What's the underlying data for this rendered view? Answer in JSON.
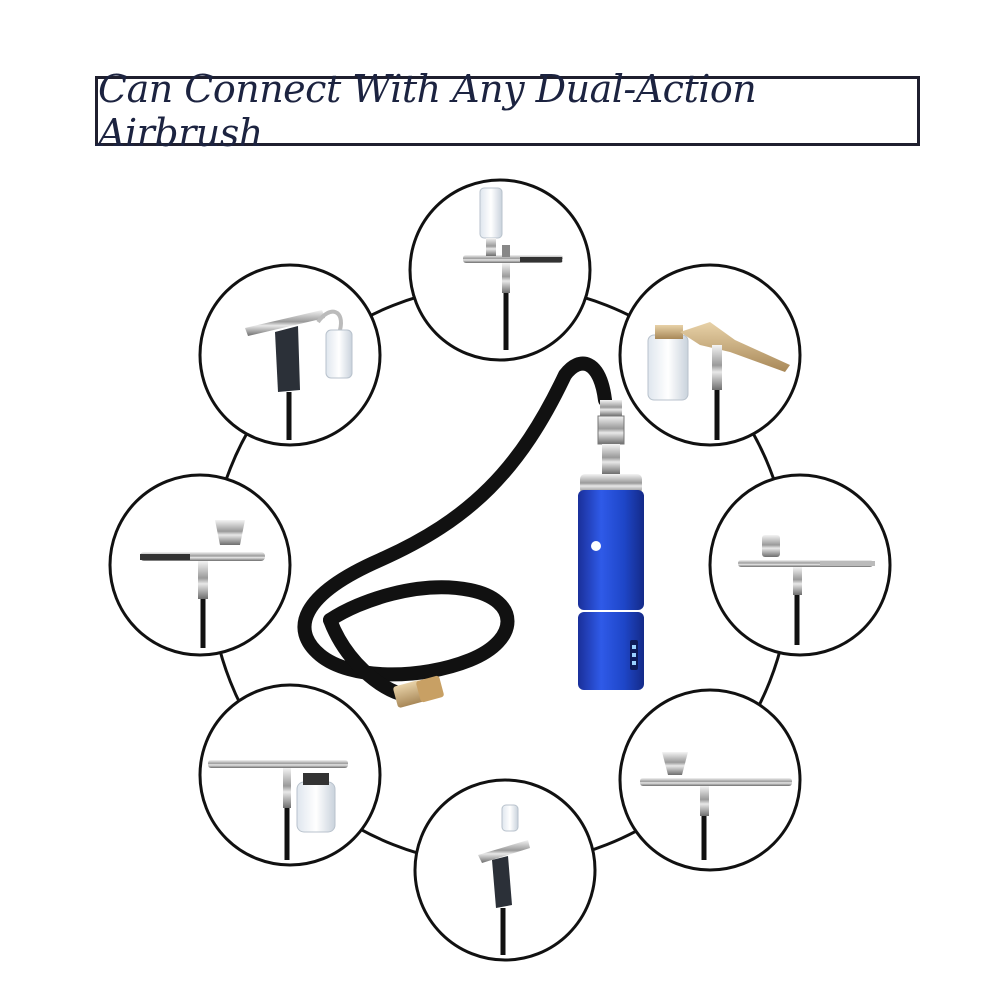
{
  "header": {
    "title": "Can Connect With Any Dual-Action Airbrush"
  },
  "product": {
    "name": "portable-air-compressor",
    "body_color": "#1e46c8",
    "hose_color": "#111111",
    "fitting_color": "#c8a064"
  },
  "airbrushes": [
    {
      "name": "top",
      "style": "gravity-cup"
    },
    {
      "name": "upper-right",
      "style": "siphon-gold"
    },
    {
      "name": "right",
      "style": "gravity-side"
    },
    {
      "name": "lower-right",
      "style": "gravity-long"
    },
    {
      "name": "bottom",
      "style": "pistol-grip-cup"
    },
    {
      "name": "lower-left",
      "style": "siphon-bottle"
    },
    {
      "name": "left",
      "style": "gravity-side"
    },
    {
      "name": "upper-left",
      "style": "pistol-siphon"
    }
  ]
}
